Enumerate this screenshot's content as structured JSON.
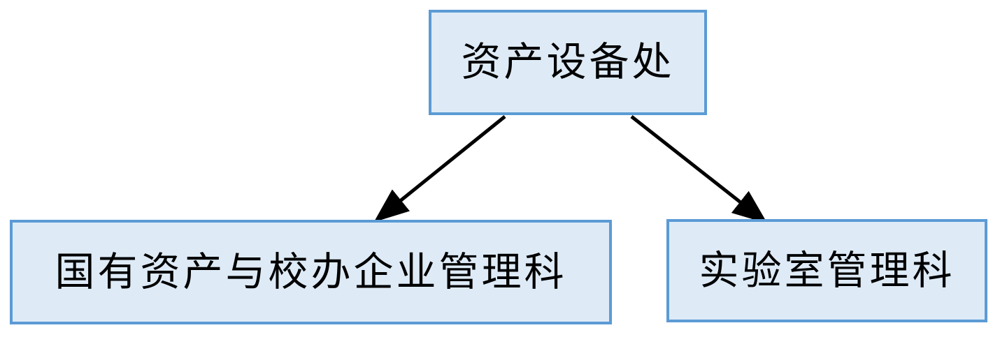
{
  "diagram": {
    "type": "org-chart",
    "background": "#ffffff",
    "colors": {
      "node_fill": "#deebf7",
      "node_border": "#5b9bd5",
      "arrow": "#000000",
      "text": "#000000"
    },
    "nodes": [
      {
        "id": "root",
        "label": "资产设备处"
      },
      {
        "id": "child-left",
        "label": "国有资产与校办企业管理科"
      },
      {
        "id": "child-right",
        "label": "实验室管理科"
      }
    ],
    "edges": [
      {
        "from": "root",
        "to": "child-left",
        "style": "straight-arrow"
      },
      {
        "from": "root",
        "to": "child-right",
        "style": "straight-arrow"
      }
    ]
  }
}
